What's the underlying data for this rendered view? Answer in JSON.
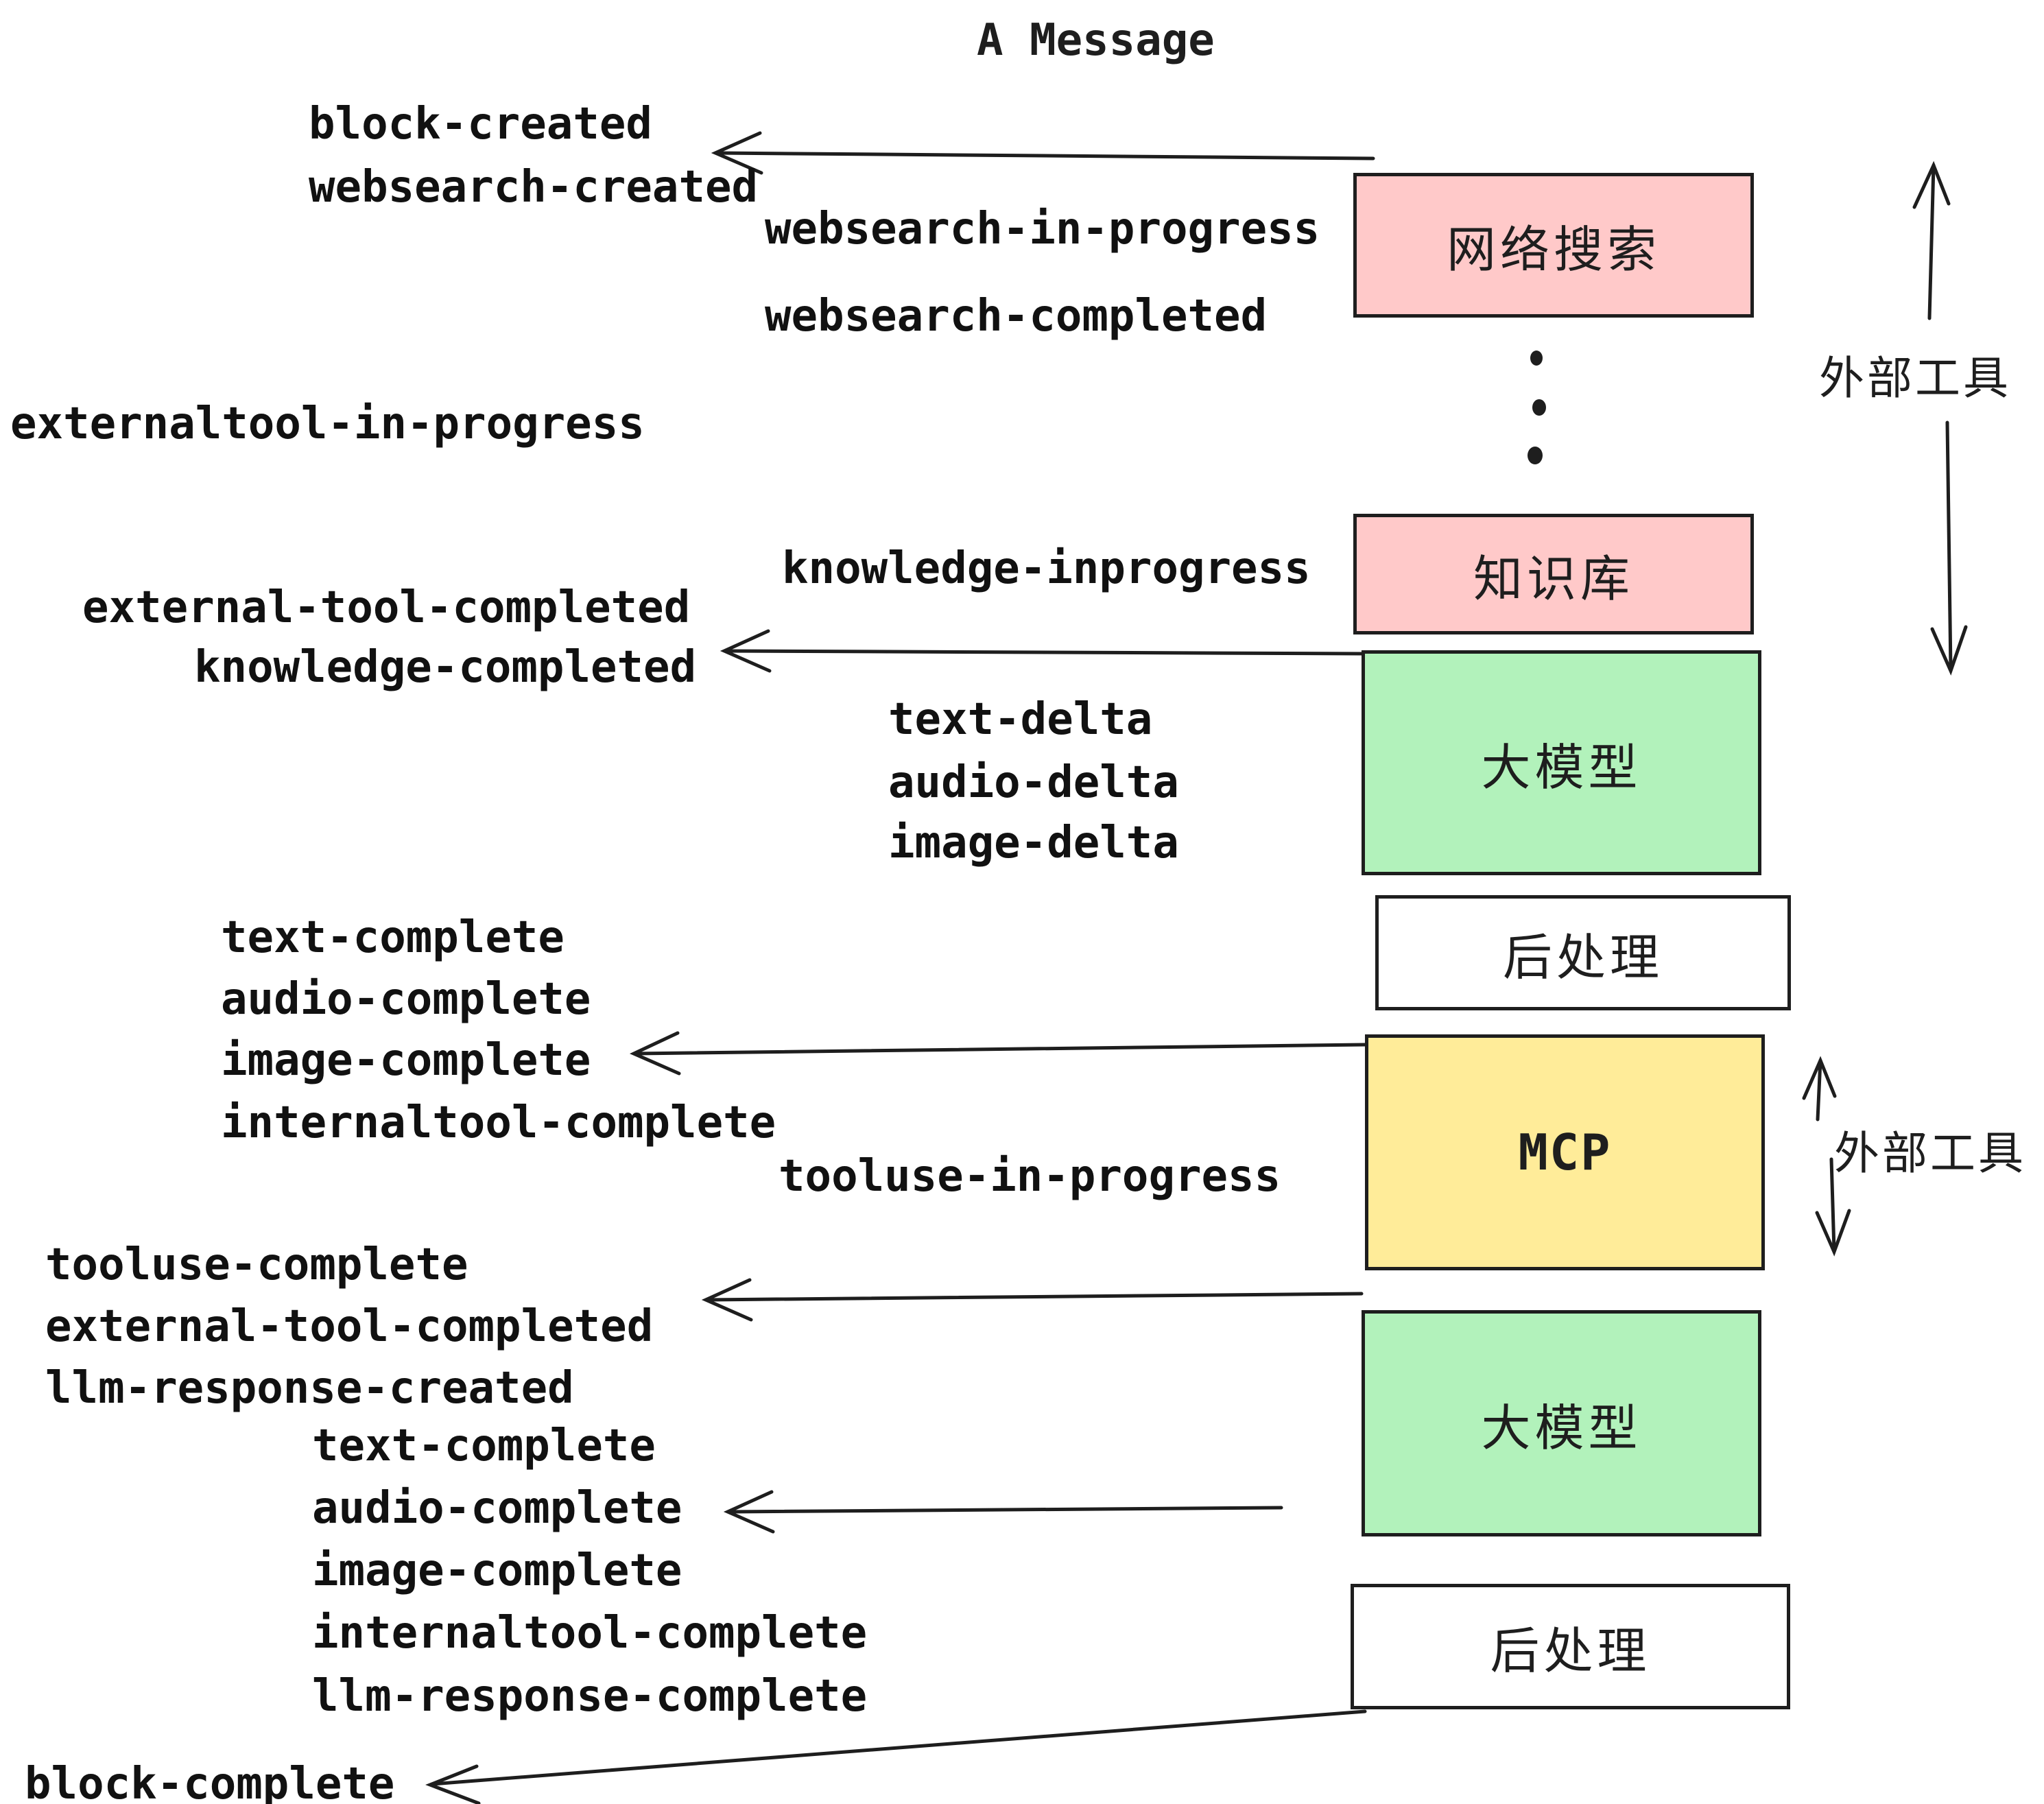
{
  "title": "A Message",
  "colors": {
    "box_pink": "#ffc9c9",
    "box_green": "#b2f2bb",
    "box_yellow": "#ffec99",
    "box_white": "#ffffff",
    "stroke": "#1e1e1e"
  },
  "icons": {
    "ellipsis-dots": "⋮"
  },
  "boxes": [
    {
      "id": "websearch",
      "label": "网络搜索",
      "color": "#ffc9c9"
    },
    {
      "id": "knowledge",
      "label": "知识库",
      "color": "#ffc9c9"
    },
    {
      "id": "llm-1",
      "label": "大模型",
      "color": "#b2f2bb"
    },
    {
      "id": "postprocess-1",
      "label": "后处理",
      "color": "#ffffff"
    },
    {
      "id": "mcp",
      "label": "MCP",
      "color": "#ffec99"
    },
    {
      "id": "llm-2",
      "label": "大模型",
      "color": "#b2f2bb"
    },
    {
      "id": "postprocess-2",
      "label": "后处理",
      "color": "#ffffff"
    }
  ],
  "side_annotations": [
    {
      "label": "外部工具"
    },
    {
      "label": "外部工具"
    }
  ],
  "events": [
    {
      "label": "block-created"
    },
    {
      "label": "websearch-created"
    },
    {
      "label": "websearch-in-progress"
    },
    {
      "label": "websearch-completed"
    },
    {
      "label": "externaltool-in-progress"
    },
    {
      "label": "knowledge-inprogress"
    },
    {
      "label": "external-tool-completed"
    },
    {
      "label": "knowledge-completed"
    },
    {
      "label": "text-delta"
    },
    {
      "label": "audio-delta"
    },
    {
      "label": "image-delta"
    },
    {
      "label": "text-complete"
    },
    {
      "label": "audio-complete"
    },
    {
      "label": "image-complete"
    },
    {
      "label": "internaltool-complete"
    },
    {
      "label": "tooluse-in-progress"
    },
    {
      "label": "tooluse-complete"
    },
    {
      "label": "external-tool-completed"
    },
    {
      "label": "llm-response-created"
    },
    {
      "label": "text-complete"
    },
    {
      "label": "audio-complete"
    },
    {
      "label": "image-complete"
    },
    {
      "label": "internaltool-complete"
    },
    {
      "label": "llm-response-complete"
    },
    {
      "label": "block-complete"
    }
  ]
}
